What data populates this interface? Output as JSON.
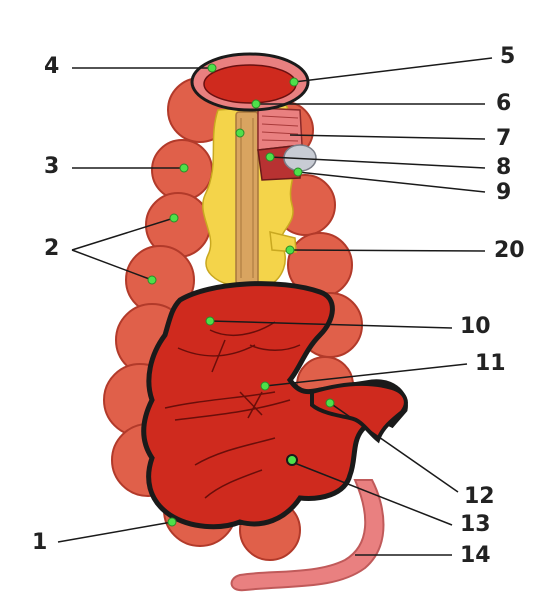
{
  "labels": {
    "l1": "1",
    "l2": "2",
    "l3": "3",
    "l4": "4",
    "l5": "5",
    "l6": "6",
    "l7": "7",
    "l8": "8",
    "l9": "9",
    "l10": "10",
    "l11": "11",
    "l12": "12",
    "l13": "13",
    "l14": "14",
    "l20": "20"
  },
  "colors": {
    "outer": "#e0604a",
    "outer_line": "#b23a2a",
    "inner": "#cf2a1e",
    "inner_dark": "#a81a14",
    "outline": "#1a1a1a",
    "yellow": "#f4d44a",
    "duct": "#d9a460",
    "pink": "#e98080",
    "pink_light": "#f3a3a0",
    "gray": "#c8ccd4",
    "marker": "#4fe04a"
  }
}
